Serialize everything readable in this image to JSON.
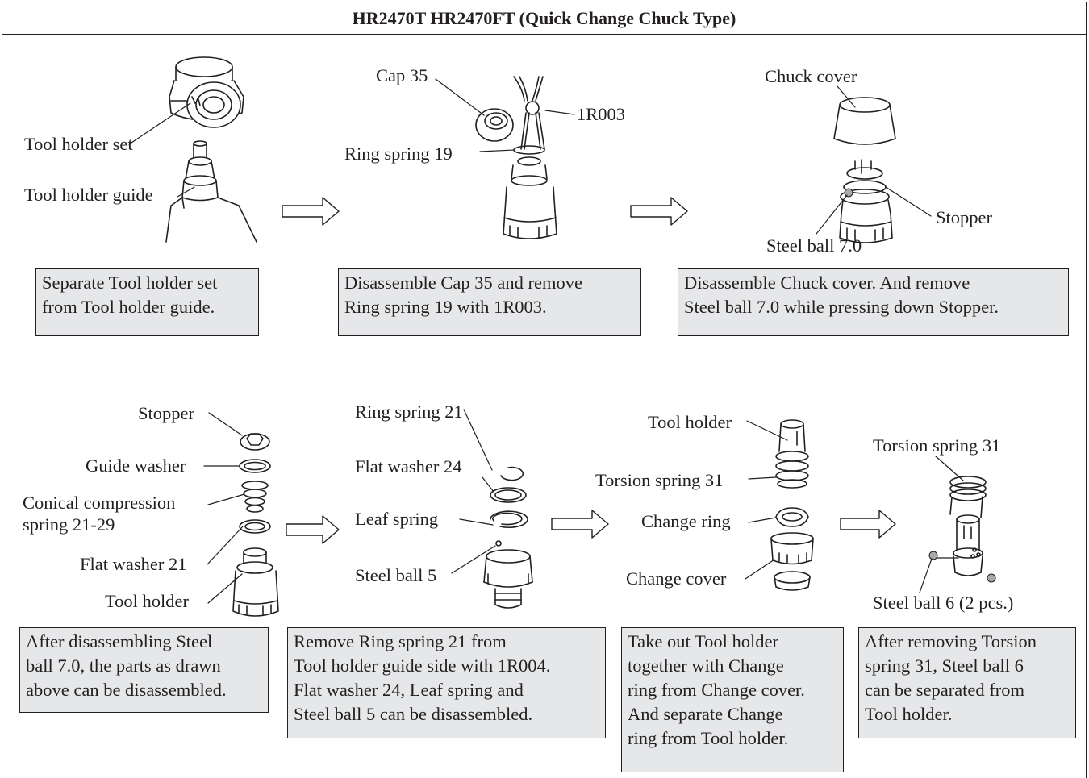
{
  "title": "HR2470T HR2470FT (Quick Change Chuck Type)",
  "step1": {
    "labels": [
      "Tool holder set",
      "Tool holder guide"
    ],
    "box": [
      "Separate Tool holder set",
      "from Tool holder guide."
    ]
  },
  "step2": {
    "labels": [
      "Cap 35",
      "1R003",
      "Ring spring 19"
    ],
    "box": [
      "Disassemble Cap 35 and remove",
      "Ring spring 19 with 1R003."
    ]
  },
  "step3": {
    "labels": [
      "Chuck cover",
      "Stopper",
      "Steel ball 7.0"
    ],
    "box": [
      "Disassemble Chuck cover. And remove",
      "Steel ball 7.0 while pressing down Stopper."
    ]
  },
  "step4": {
    "labels": [
      "Stopper",
      "Guide washer",
      "Conical compression",
      "spring 21-29",
      "Flat washer 21",
      "Tool holder"
    ],
    "box": [
      "After disassembling Steel",
      "ball 7.0, the parts as drawn",
      "above can be disassembled."
    ]
  },
  "step5": {
    "labels": [
      "Ring spring 21",
      "Flat washer 24",
      "Leaf spring",
      "Steel ball 5"
    ],
    "box": [
      "Remove Ring spring 21 from",
      "Tool holder guide side with 1R004.",
      "Flat washer 24, Leaf spring and",
      "Steel ball 5 can be disassembled."
    ]
  },
  "step6": {
    "labels": [
      "Tool holder",
      "Torsion spring 31",
      "Change ring",
      "Change cover"
    ],
    "box": [
      "Take out Tool holder",
      "together with Change",
      "ring from Change cover.",
      "And separate Change",
      "ring from Tool holder."
    ]
  },
  "step7": {
    "labels": [
      "Torsion spring 31",
      "Steel ball 6 (2 pcs.)"
    ],
    "box": [
      "After removing Torsion",
      "spring 31, Steel ball 6",
      "can be separated from",
      "Tool holder."
    ]
  }
}
